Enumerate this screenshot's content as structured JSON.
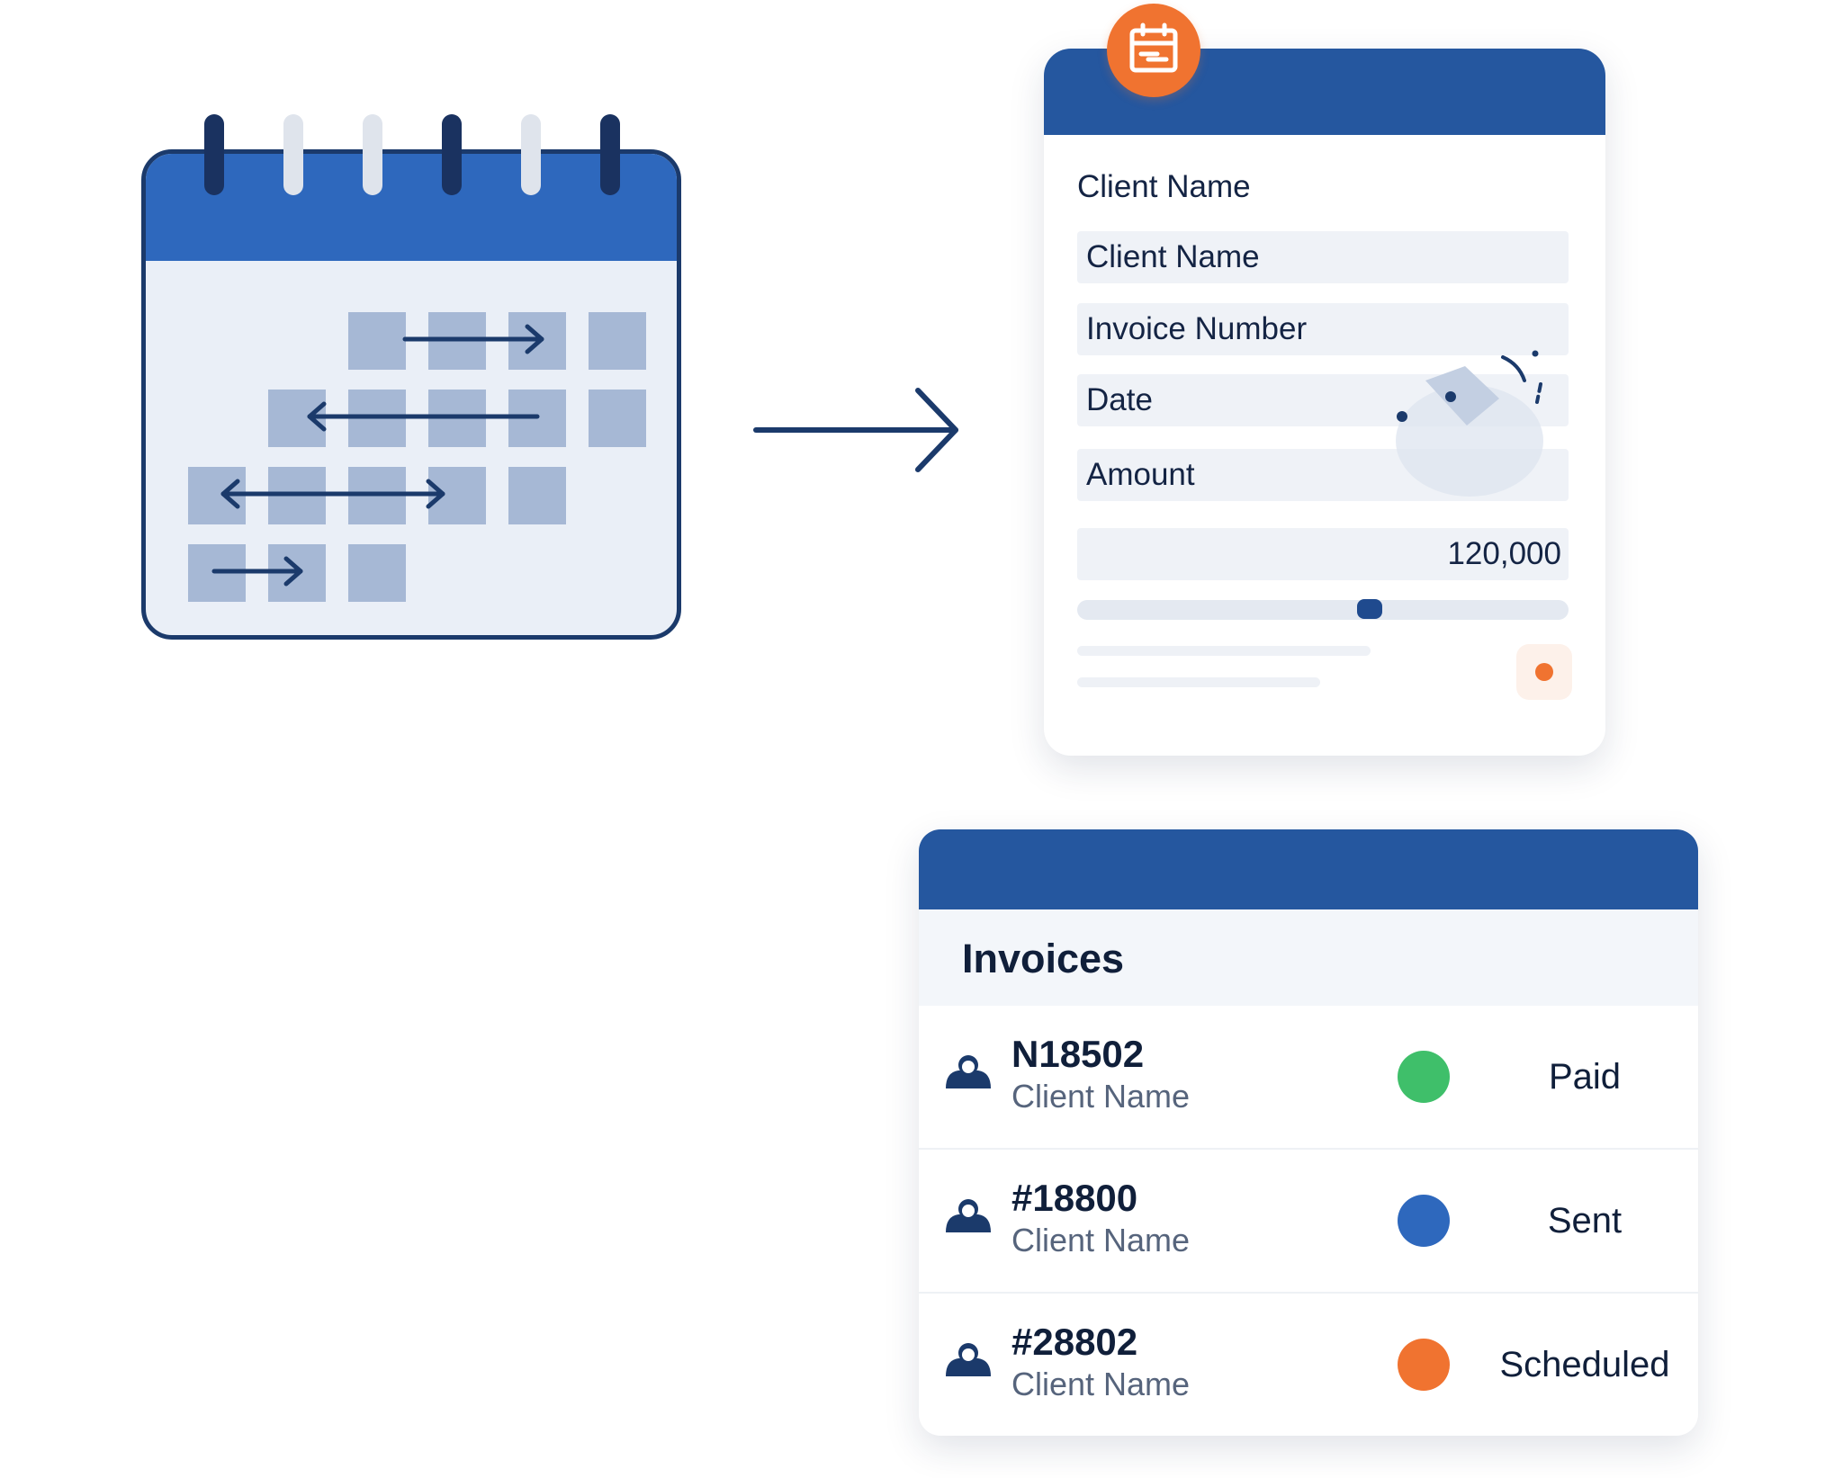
{
  "form": {
    "label": "Client Name",
    "fields": {
      "client_name": "Client Name",
      "invoice_number": "Invoice Number",
      "date": "Date",
      "amount": "Amount"
    },
    "amount_value": "120,000",
    "slider_level": 0.6,
    "badge_icon": "calendar-clock-icon",
    "illustration_icon": "hand-pointer-icon"
  },
  "invoices": {
    "title": "Invoices",
    "rows": [
      {
        "number": "N18502",
        "client": "Client Name",
        "status": "Paid",
        "status_color": "#3fbf6a"
      },
      {
        "number": "#18800",
        "client": "Client Name",
        "status": "Sent",
        "status_color": "#2e68bd"
      },
      {
        "number": "#28802",
        "client": "Client Name",
        "status": "Scheduled",
        "status_color": "#f07330"
      }
    ]
  },
  "colors": {
    "brand_blue": "#25579f",
    "accent_orange": "#f07330",
    "navy": "#1b3a6b"
  }
}
